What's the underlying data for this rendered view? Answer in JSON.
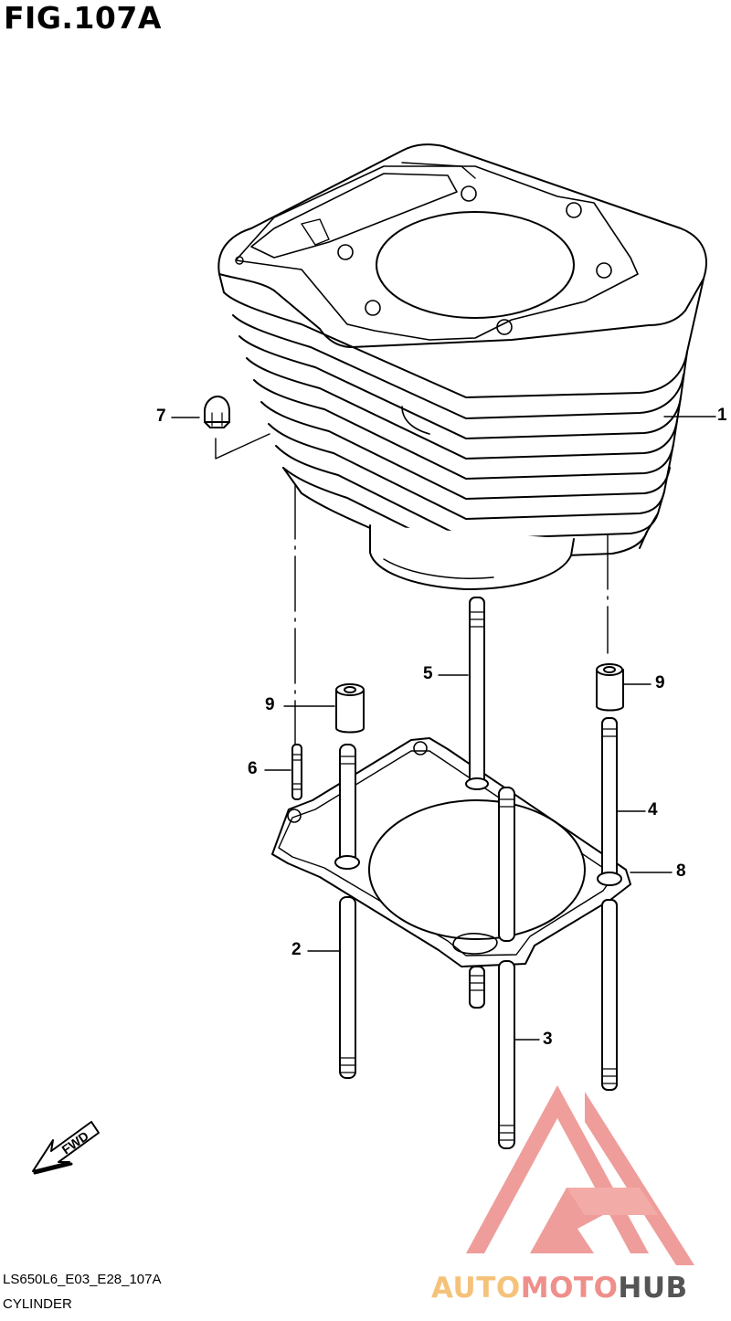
{
  "figure": {
    "title": "FIG.107A",
    "code": "LS650L6_E03_E28_107A",
    "name": "CYLINDER"
  },
  "direction_marker": "FWD",
  "callouts": {
    "c1": "1",
    "c2": "2",
    "c3": "3",
    "c4": "4",
    "c5": "5",
    "c6": "6",
    "c7": "7",
    "c8": "8",
    "c9a": "9",
    "c9b": "9"
  },
  "watermark": {
    "part1": "AUTO",
    "part2": "MOTO",
    "part3": "HUB",
    "colors": {
      "auto": "#f5c27a",
      "moto": "#ef8f8b",
      "hub": "#555555",
      "logo": "#e97d7a"
    }
  }
}
